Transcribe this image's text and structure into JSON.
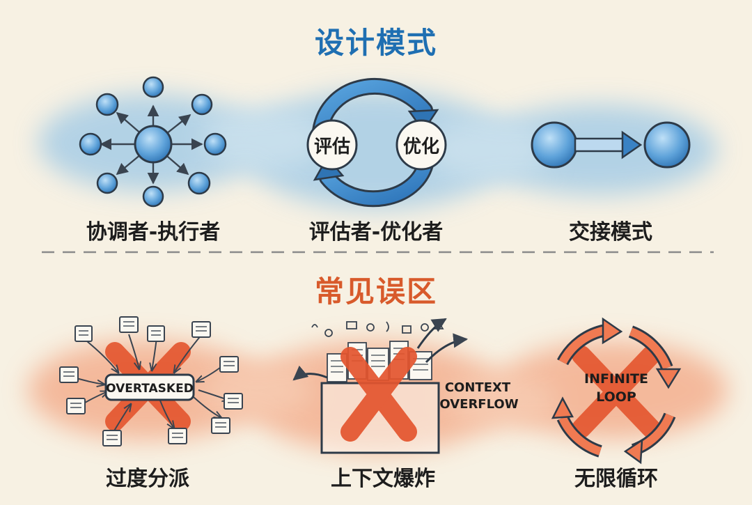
{
  "design_patterns": {
    "title": "设计模式",
    "title_color": "#1f6fb2",
    "items": [
      {
        "label": "协调者-执行者",
        "icon": "hub-and-spoke-icon"
      },
      {
        "label": "评估者-优化者",
        "icon": "cycle-arrows-icon",
        "nodes": [
          "评估",
          "优化"
        ]
      },
      {
        "label": "交接模式",
        "icon": "handoff-arrow-icon"
      }
    ]
  },
  "pitfalls": {
    "title": "常见误区",
    "title_color": "#d85a2b",
    "items": [
      {
        "label": "过度分派",
        "icon": "overtasked-icon",
        "tag": "OVERTASKED"
      },
      {
        "label": "上下文爆炸",
        "icon": "context-overflow-icon",
        "tag_lines": [
          "CONTEXT",
          "OVERFLOW"
        ]
      },
      {
        "label": "无限循环",
        "icon": "infinite-loop-icon",
        "tag_lines": [
          "INFINITE",
          "LOOP"
        ]
      }
    ]
  },
  "colors": {
    "blue_wash": "#9cc8e6",
    "blue_node": "#4f97d3",
    "orange_wash": "#f3a27e",
    "red_x": "#e4552e",
    "ink": "#2c3440"
  }
}
